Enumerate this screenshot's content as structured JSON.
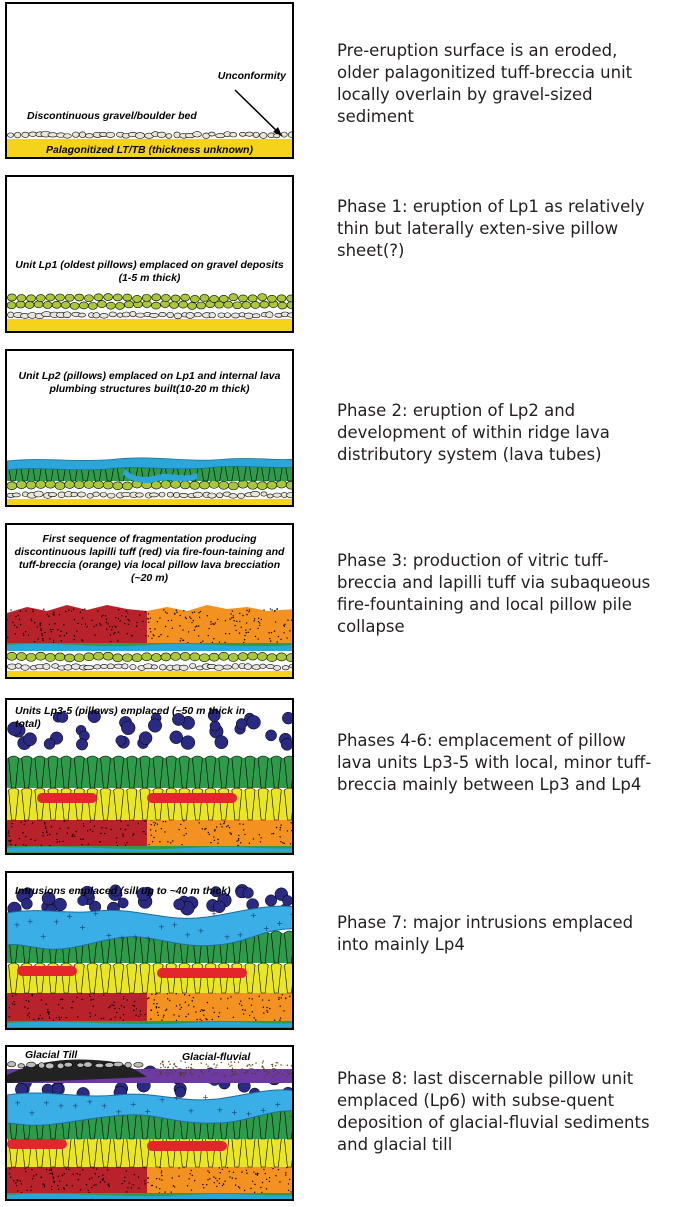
{
  "phases": [
    {
      "id": "pre",
      "labels": {
        "unconformity": "Unconformity",
        "gravel": "Discontinuous gravel/boulder bed",
        "base": "Palagonitized LT/TB (thickness unknown)"
      },
      "description": "Pre-eruption surface is an eroded, older palagonitized tuff-breccia unit locally overlain by gravel-sized sediment"
    },
    {
      "id": "phase1",
      "label": "Unit Lp1 (oldest pillows) emplaced on gravel deposits (1-5 m thick)",
      "description": "Phase 1: eruption of Lp1 as relatively thin but laterally exten-sive pillow sheet(?)"
    },
    {
      "id": "phase2",
      "label": "Unit Lp2 (pillows) emplaced on Lp1 and internal lava plumbing structures built(10-20 m thick)",
      "description": "Phase 2: eruption of Lp2 and development of within ridge lava distributory system (lava tubes)"
    },
    {
      "id": "phase3",
      "label": "First sequence of fragmentation producing discontinuous lapilli tuff (red) via fire-foun-taining and tuff-breccia (orange) via local pillow lava brecciation (~20 m)",
      "description": "Phase 3: production of vitric tuff-breccia and lapilli tuff via subaqueous fire-fountaining and local pillow pile collapse"
    },
    {
      "id": "phase4-6",
      "label": "Units Lp3-5 (pillows) emplaced (~50 m thick in total)",
      "description": "Phases 4-6: emplacement of pillow lava units Lp3-5 with local, minor tuff-breccia mainly between Lp3 and Lp4"
    },
    {
      "id": "phase7",
      "label": "Intrusions emplaced (sill up to ~40 m thick)",
      "description": "Phase 7: major intrusions emplaced into mainly Lp4"
    },
    {
      "id": "phase8",
      "labels": {
        "till": "Glacial Till",
        "fluvial": "Glacial-fluvial"
      },
      "description": "Phase 8: last discernable pillow unit emplaced (Lp6) with subse-quent deposition of glacial-fluvial sediments and glacial till"
    }
  ],
  "colors": {
    "tuff_base": "#f5d31a",
    "gravel": "#e8e6d8",
    "lp1": "#a8c83a",
    "lp2": "#2e9a4a",
    "lava_tube": "#2aa7d8",
    "lapilli_red": "#b8232b",
    "breccia_orange": "#f39221",
    "lp3": "#e9e62a",
    "lp_red": "#e3262b",
    "lp5": "#2a2a82",
    "sill": "#3aaee6",
    "till": "#222222",
    "fluvial": "#6c3aa0"
  }
}
